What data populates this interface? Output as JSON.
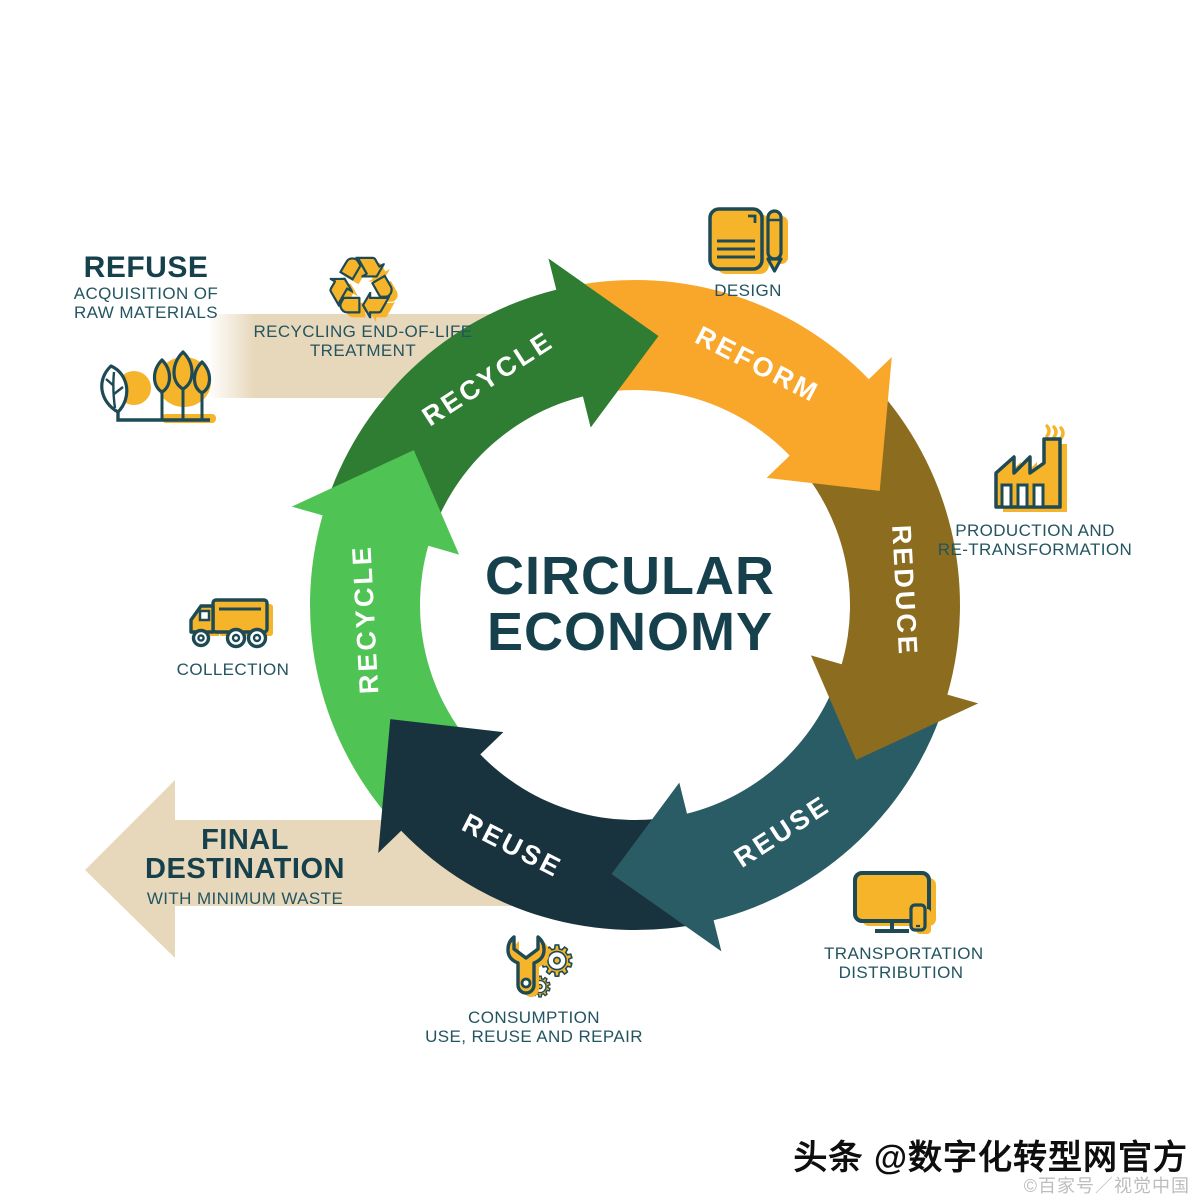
{
  "title": {
    "line1": "CIRCULAR",
    "line2": "ECONOMY"
  },
  "cycle": {
    "segments": [
      {
        "id": "recycle-dark",
        "label": "RECYCLE",
        "color": "#2E7D33",
        "tip": 5,
        "flip": false
      },
      {
        "id": "reform",
        "label": "REFORM",
        "color": "#F9A72B",
        "tip": 65,
        "flip": false
      },
      {
        "id": "reduce",
        "label": "REDUCE",
        "color": "#8C6D1F",
        "tip": 125,
        "flip": false
      },
      {
        "id": "reuse-teal",
        "label": "REUSE",
        "color": "#2A5C66",
        "tip": 185,
        "flip": true
      },
      {
        "id": "reuse-navy",
        "label": "REUSE",
        "color": "#18333D",
        "tip": 245,
        "flip": true
      },
      {
        "id": "recycle-light",
        "label": "RECYCLE",
        "color": "#4FC353",
        "tip": 305,
        "flip": false
      }
    ]
  },
  "callouts": {
    "refuse": {
      "title": "REFUSE",
      "line1": "ACQUISITION OF",
      "line2": "RAW MATERIALS"
    },
    "recycling_treatment": {
      "line1": "RECYCLING END-OF-LIFE",
      "line2": "TREATMENT"
    },
    "design": {
      "label": "DESIGN"
    },
    "production": {
      "line1": "PRODUCTION AND",
      "line2": "RE-TRANSFORMATION"
    },
    "collection": {
      "label": "COLLECTION"
    },
    "transportation": {
      "line1": "TRANSPORTATION",
      "line2": "DISTRIBUTION"
    },
    "consumption": {
      "line1": "CONSUMPTION",
      "line2": "USE, REUSE AND REPAIR"
    },
    "final_destination": {
      "title1": "FINAL",
      "title2": "DESTINATION",
      "subtitle": "WITH MINIMUM WASTE"
    }
  },
  "icons": {
    "recycle_symbol": "♻",
    "gear_large": "⚙",
    "gear_small": "⚙"
  },
  "watermark": {
    "main": "头条 @数字化转型网官方",
    "sub": "©百家号／视觉中国"
  },
  "colors": {
    "icon_yellow": "#F6B42A",
    "icon_outline": "#1D4A54",
    "beige": "#E8D8BB",
    "heading_text": "#16404C",
    "caption_text": "#235560",
    "label_text": "#FFFFFF"
  }
}
